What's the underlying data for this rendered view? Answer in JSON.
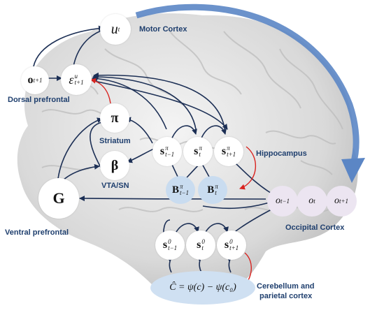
{
  "regions": {
    "motor_cortex": "Motor Cortex",
    "dorsal_prefrontal": "Dorsal prefrontal",
    "striatum": "Striatum",
    "vta_sn": "VTA/SN",
    "ventral_prefrontal": "Ventral prefrontal",
    "hippocampus": "Hippocampus",
    "occipital_cortex": "Occipital Cortex",
    "cerebellum_line1": "Cerebellum and",
    "cerebellum_line2": "parietal cortex"
  },
  "nodes": {
    "u": {
      "base": "u",
      "sub": "t"
    },
    "o_next": {
      "base": "o",
      "sub": "t+1"
    },
    "eps": {
      "base": "ε",
      "sup": "u",
      "sub": "t+1"
    },
    "pi": {
      "base": "π"
    },
    "beta": {
      "base": "β"
    },
    "G": {
      "base": "G"
    },
    "s_pi_prev": {
      "base": "s",
      "sup": "π",
      "sub": "t−1"
    },
    "s_pi_now": {
      "base": "s",
      "sup": "π",
      "sub": "t"
    },
    "s_pi_next": {
      "base": "s",
      "sup": "π",
      "sub": "t+1"
    },
    "B_prev": {
      "base": "B",
      "sup": "π",
      "sub": "t−1"
    },
    "B_now": {
      "base": "B",
      "sup": "π",
      "sub": "t"
    },
    "o_occ_prev": {
      "base": "o",
      "sub": "t−1"
    },
    "o_occ_now": {
      "base": "o",
      "sub": "t"
    },
    "o_occ_next": {
      "base": "o",
      "sub": "t+1"
    },
    "s0_prev": {
      "base": "s",
      "sup": "0",
      "sub": "t−1"
    },
    "s0_now": {
      "base": "s",
      "sup": "0",
      "sub": "t"
    },
    "s0_next": {
      "base": "s",
      "sup": "0",
      "sub": "t+1"
    }
  },
  "equation": "Ĉ = ψ(c) − ψ(c₀)",
  "colors": {
    "arrow": "#1c2f55",
    "red_arrow": "#d9231f",
    "big_arrow": "#5b86c5",
    "brain": "#dcdcdc",
    "label": "#1f3f6e"
  }
}
